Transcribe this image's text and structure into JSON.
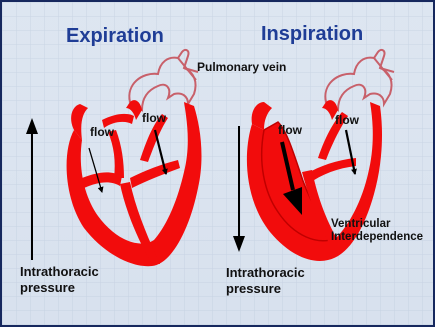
{
  "slide": {
    "titles": {
      "left": "Expiration",
      "right": "Inspiration"
    },
    "labels": {
      "pulmonary_vein": "Pulmonary vein",
      "flow": "flow",
      "intrathoracic_line1": "Intrathoracic",
      "intrathoracic_line2": "pressure",
      "ventricular_line1": "Ventricular",
      "ventricular_line2": "Interdependence"
    },
    "colors": {
      "background": "#dbe4f0",
      "border": "#16285e",
      "title": "#1f3d96",
      "heart_red": "#f20c0c",
      "heart_dark_red": "#c00000",
      "outline": "#c0505a",
      "arrow": "#000000"
    }
  }
}
